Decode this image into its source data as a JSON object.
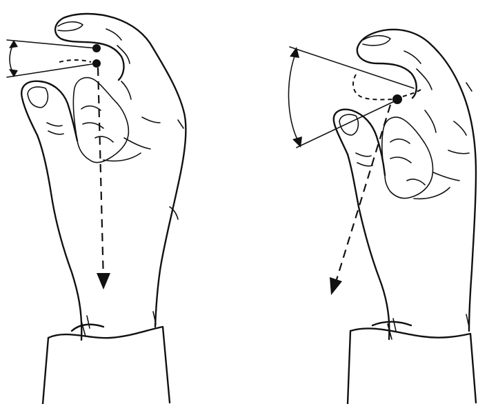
{
  "figure": {
    "panels": [
      {
        "id": "left",
        "description_marks": [
          "pinch-closed"
        ],
        "ink": "#111111"
      },
      {
        "id": "right",
        "description_marks": [
          "pinch-open"
        ],
        "ink": "#111111"
      }
    ],
    "background": "#ffffff"
  }
}
